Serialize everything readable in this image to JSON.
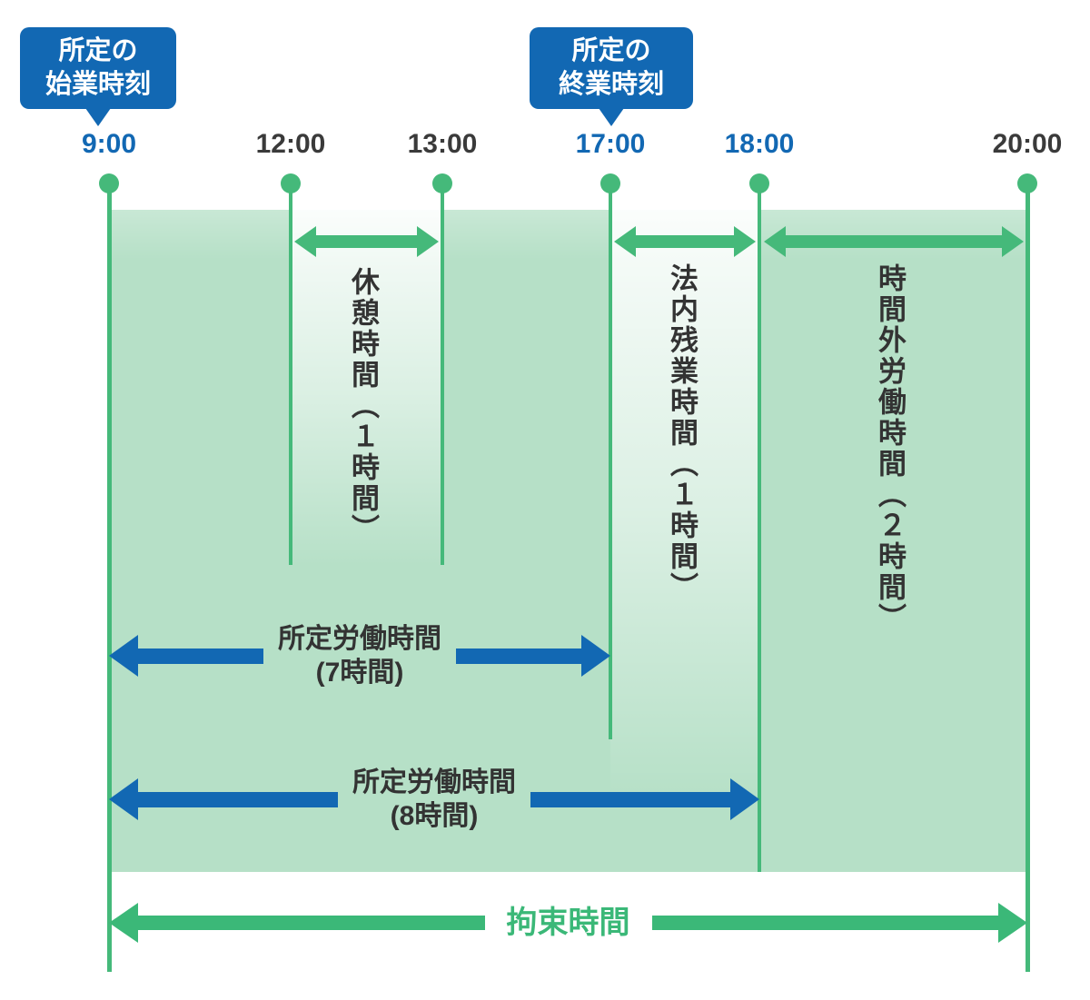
{
  "colors": {
    "accent_blue": "#1268b3",
    "timeline_green": "#45b97a",
    "box_green": "#b6e0c7",
    "binding_green": "#3bb878",
    "text_dark": "#333333"
  },
  "callouts": {
    "start": {
      "line1": "所定の",
      "line2": "始業時刻"
    },
    "end": {
      "line1": "所定の",
      "line2": "終業時刻"
    }
  },
  "timeline": {
    "times": [
      {
        "label": "9:00",
        "accent": true
      },
      {
        "label": "12:00",
        "accent": false
      },
      {
        "label": "13:00",
        "accent": false
      },
      {
        "label": "17:00",
        "accent": true
      },
      {
        "label": "18:00",
        "accent": true
      },
      {
        "label": "20:00",
        "accent": false
      }
    ]
  },
  "segments": {
    "break_label": "休憩時間（１時間）",
    "legal_overtime_label": "法内残業時間（１時間）",
    "overtime_label": "時間外労働時間（２時間）"
  },
  "spans": {
    "scheduled7": {
      "line1": "所定労働時間",
      "line2": "(7時間)"
    },
    "scheduled8": {
      "line1": "所定労働時間",
      "line2": "(8時間)"
    },
    "binding": {
      "label": "拘束時間"
    }
  }
}
